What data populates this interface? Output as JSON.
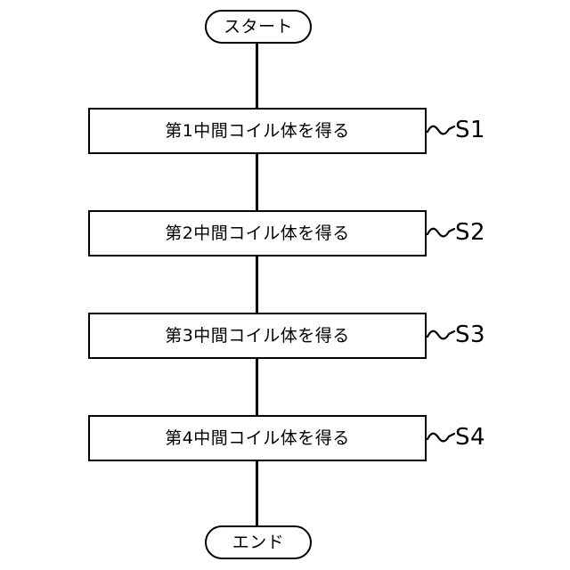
{
  "diagram": {
    "type": "flowchart",
    "orientation": "vertical",
    "start_node": {
      "label": "スタート",
      "shape": "terminator"
    },
    "end_node": {
      "label": "エンド",
      "shape": "terminator"
    },
    "steps": [
      {
        "text": "第1中間コイル体を得る",
        "step_id": "S1",
        "leader": "wavy-leader-icon"
      },
      {
        "text": "第2中間コイル体を得る",
        "step_id": "S2",
        "leader": "wavy-leader-icon"
      },
      {
        "text": "第3中間コイル体を得る",
        "step_id": "S3",
        "leader": "wavy-leader-icon"
      },
      {
        "text": "第4中間コイル体を得る",
        "step_id": "S4",
        "leader": "wavy-leader-icon"
      }
    ],
    "colors": {
      "stroke": "#000000",
      "fill": "#ffffff",
      "text": "#000000"
    }
  }
}
